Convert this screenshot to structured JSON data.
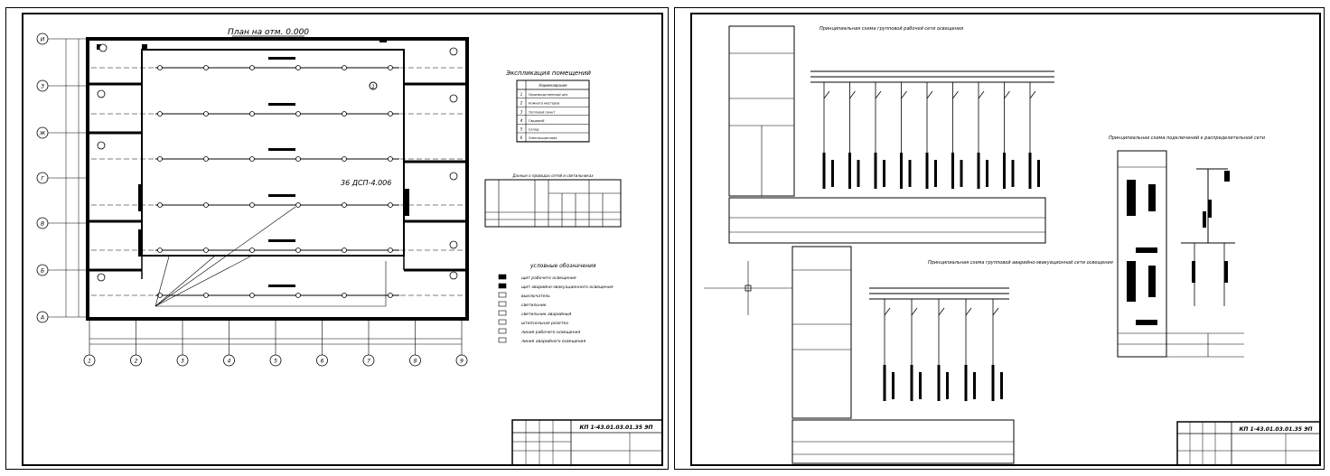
{
  "left_sheet": {
    "title": "План на отм. 0.000",
    "title_block_code": "КП 1-43.01.03.01.35 ЭП",
    "axis_rows": [
      "И",
      "З",
      "Ж",
      "Г",
      "В",
      "Б",
      "А"
    ],
    "axis_cols": [
      "1",
      "2",
      "3",
      "4",
      "5",
      "6",
      "7",
      "8",
      "9"
    ],
    "room_label": "36 ДСП-4.006",
    "room_marker": "1",
    "legend_title": "Экспликация помещений",
    "legend_header": "Наименование",
    "legend_rows": [
      {
        "num": "1",
        "name": "Производственный цех"
      },
      {
        "num": "2",
        "name": "Комната мастеров"
      },
      {
        "num": "3",
        "name": "Тепловой пункт"
      },
      {
        "num": "4",
        "name": "Гардероб"
      },
      {
        "num": "5",
        "name": "Склад"
      },
      {
        "num": "6",
        "name": "Электрощитовая"
      }
    ],
    "table2_title": "Данные о проводах сетей и светильниках",
    "symbols_title": "условные обозначения",
    "symbols": [
      "щит рабочего освещения",
      "щит аварийно-эвакуационного освещения",
      "выключатель",
      "светильник",
      "светильник аварийный",
      "штепсельная розетка",
      "линия рабочего освещения",
      "линия аварийного освещения"
    ]
  },
  "right_sheet": {
    "diagram1_title": "Принципиальная схема групповой рабочей сети освещения",
    "diagram2_title": "Принципиальная схема групповой аварийно-эвакуационной сети освещения",
    "diagram3_title": "Принципиальная схема подключений к распределительной сети",
    "title_block_code": "КП 1-43.01.03.01.35 ЭП"
  }
}
